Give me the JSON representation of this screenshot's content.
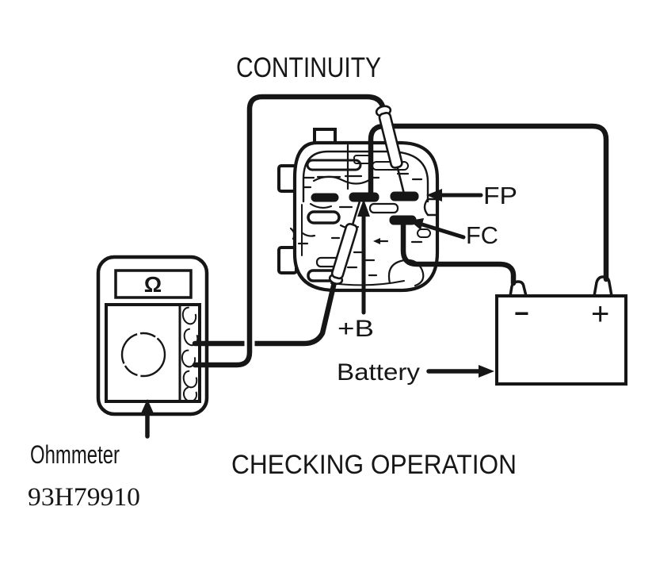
{
  "title_label": "CONTINUITY",
  "caption": "CHECKING OPERATION",
  "figure_code": "93H79910",
  "terminals": {
    "fp": "FP",
    "fc": "FC",
    "plus_b": "+B"
  },
  "components": {
    "battery": "Battery",
    "ohmmeter": "Ohmmeter"
  },
  "battery_polarity": {
    "negative": "−",
    "positive": "+"
  },
  "meter_display": {
    "ohm_symbol": "Ω"
  },
  "ink_color": "#161616",
  "background_color": "#ffffff"
}
